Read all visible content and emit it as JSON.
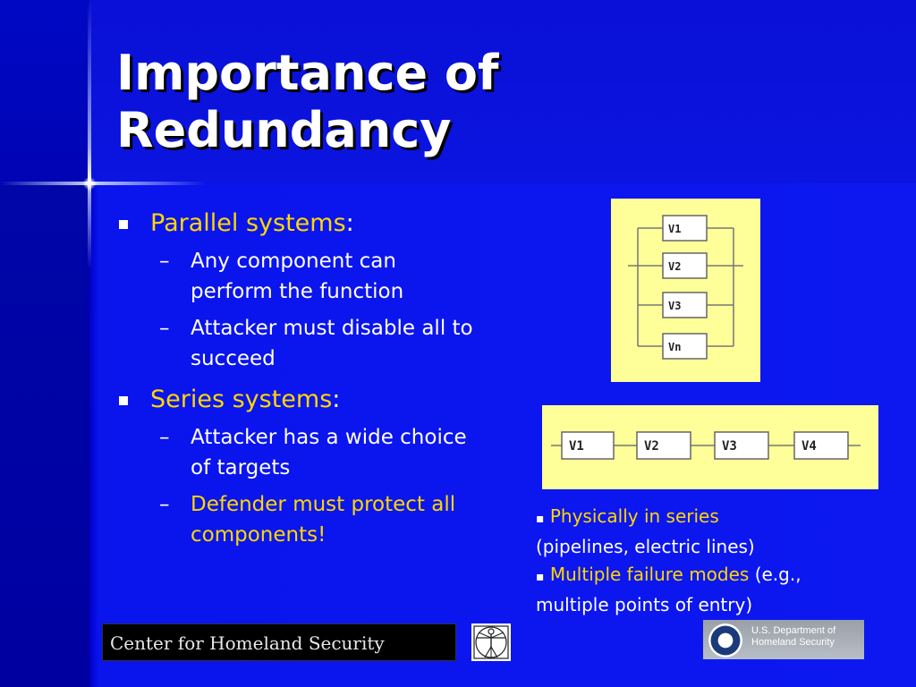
{
  "slide": {
    "title_line1": "Importance of",
    "title_line2": "Redundancy"
  },
  "bullets": [
    {
      "label": "Parallel systems",
      "suffix": ":",
      "subs": [
        {
          "text": "Any component can perform the function",
          "color": "white"
        },
        {
          "text": "Attacker must disable all to succeed",
          "color": "white"
        }
      ]
    },
    {
      "label": "Series systems",
      "suffix": ":",
      "subs": [
        {
          "text": "Attacker has a wide choice of targets",
          "color": "white"
        },
        {
          "text": "Defender must protect all components!",
          "color": "yellow"
        }
      ]
    }
  ],
  "diagram_parallel": {
    "nodes": [
      "V1",
      "V2",
      "V3",
      "Vn"
    ]
  },
  "diagram_series": {
    "nodes": [
      "V1",
      "V2",
      "V3",
      "V4"
    ]
  },
  "caption": {
    "item1_highlight": "Physically in series",
    "item1_rest": "(pipelines, electric lines)",
    "item2_highlight": "Multiple failure modes",
    "item2_rest_a": " (e.g.,",
    "item2_rest_b": "multiple points of entry)"
  },
  "footer": {
    "left_text": "Center for Homeland Security",
    "right_line1": "U.S. Department of",
    "right_line2": "Homeland Security"
  },
  "colors": {
    "background": "#0d18f0",
    "title": "#ffffff",
    "highlight": "#ffd700",
    "diagram_bg": "#ffff99"
  }
}
